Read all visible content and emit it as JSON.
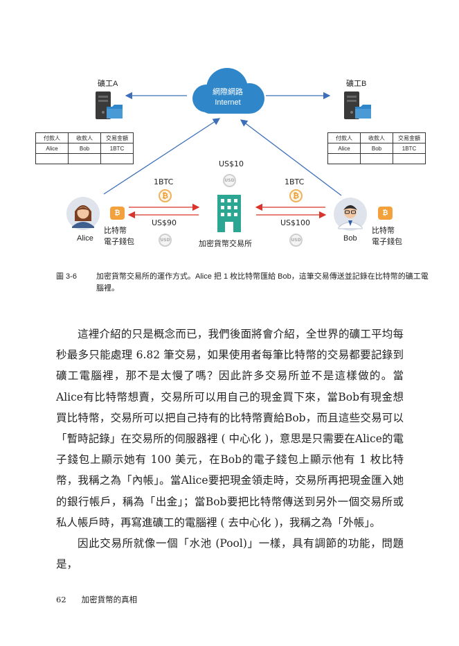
{
  "figure": {
    "cloud": {
      "line1": "網際網路",
      "line2": "Internet",
      "color": "#2f86c9"
    },
    "miner_a": {
      "label": "礦工A"
    },
    "miner_b": {
      "label": "礦工B"
    },
    "ledger_a": {
      "headers": [
        "付款人",
        "收款人",
        "交易金額"
      ],
      "rows": [
        [
          "Alice",
          "Bob",
          "1BTC"
        ],
        [
          "",
          "",
          ""
        ]
      ]
    },
    "ledger_b": {
      "headers": [
        "付款人",
        "收款人",
        "交易金額"
      ],
      "rows": [
        [
          "Alice",
          "Bob",
          "1BTC"
        ],
        [
          "",
          "",
          ""
        ]
      ]
    },
    "alice": {
      "name": "Alice",
      "wallet_line1": "比特幣",
      "wallet_line2": "電子錢包"
    },
    "bob": {
      "name": "Bob",
      "wallet_line1": "比特幣",
      "wallet_line2": "電子錢包"
    },
    "exchange": {
      "label": "加密貨幣交易所",
      "price_label": "US$10",
      "color": "#2aa692"
    },
    "left_trade": {
      "btc_label": "1BTC",
      "usd_label": "US$90"
    },
    "right_trade": {
      "btc_label": "1BTC",
      "usd_label": "US$100"
    },
    "coin_btc_symbol": "₿",
    "coin_usd_symbol": "USD",
    "wallet_symbol": "₿",
    "colors": {
      "arrow_blue": "#3c6fb8",
      "arrow_red": "#d9342b",
      "bitcoin": "#f3a13c"
    }
  },
  "caption": {
    "number": "圖 3-6",
    "text": "加密貨幣交易所的運作方式。Alice 把 1 枚比特幣匯給 Bob，這筆交易傳送並記錄在比特幣的礦工電腦裡。"
  },
  "body": {
    "paragraphs": [
      "這裡介紹的只是概念而已，我們後面將會介紹，全世界的礦工平均每秒最多只能處理 6.82 筆交易，如果使用者每筆比特幣的交易都要記錄到礦工電腦裡，那不是太慢了嗎？因此許多交易所並不是這樣做的。當Alice有比特幣想賣，交易所可以用自己的現金買下來，當Bob有現金想買比特幣，交易所可以把自己持有的比特幣賣給Bob，而且這些交易可以「暫時記錄」在交易所的伺服器裡 ( 中心化 )，意思是只需要在Alice的電子錢包上顯示她有 100 美元，在Bob的電子錢包上顯示他有 1 枚比特幣，我稱之為「內帳」。當Alice要把現金領走時，交易所再把現金匯入她的銀行帳戶，稱為「出金」；當Bob要把比特幣傳送到另外一個交易所或私人帳戶時，再寫進礦工的電腦裡 ( 去中心化 )，我稱之為「外帳」。",
      "因此交易所就像一個「水池 (Pool)」一樣，具有調節的功能，問題是，"
    ]
  },
  "footer": {
    "page_number": "62",
    "book_title": "加密貨幣的真相"
  }
}
